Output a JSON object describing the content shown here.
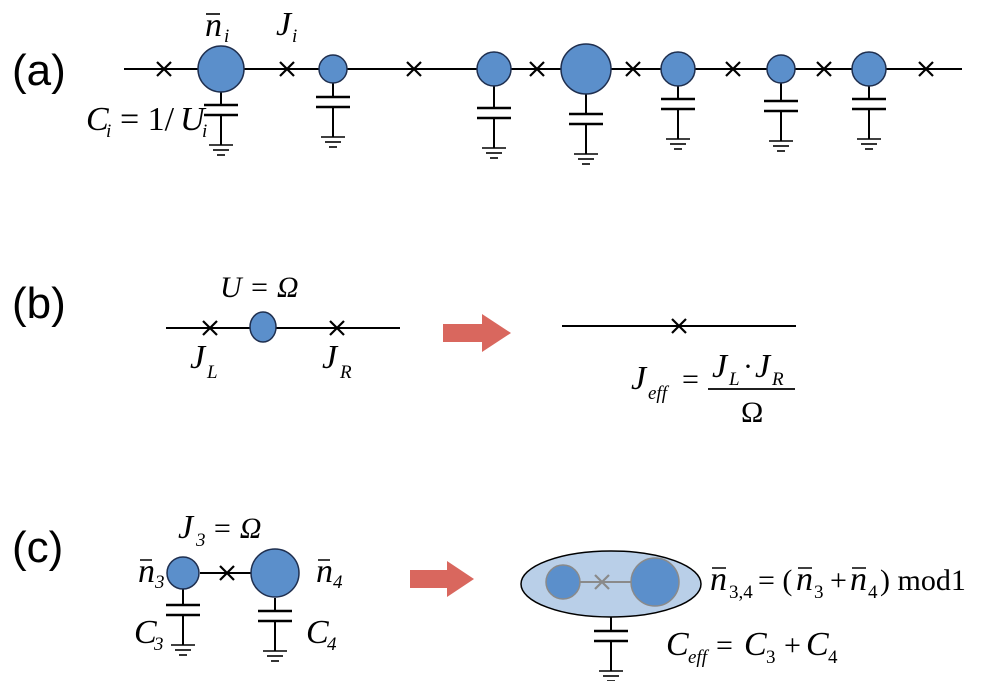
{
  "colors": {
    "node_fill": "#5b8fcb",
    "node_stroke": "#1f2f4f",
    "arrow": "#d9675e",
    "cluster_fill": "#b9cfe8",
    "cluster_node_stroke": "#8a8a8a"
  },
  "panel_a": {
    "label": "(a)",
    "n_bar": "n",
    "n_sub": "i",
    "j_label": "J",
    "j_sub": "i",
    "c_label": "C",
    "c_sub": "i",
    "c_eq": "= 1/",
    "u_label": "U",
    "u_sub": "i"
  },
  "panel_b": {
    "label": "(b)",
    "u_eq": "U = Ω",
    "jl": "J",
    "jl_sub": "L",
    "jr": "J",
    "jr_sub": "R",
    "jeff": "J",
    "jeff_sub": "eff",
    "eq": "=",
    "num_j1": "J",
    "num_j1_sub": "L",
    "dot": "·",
    "num_j2": "J",
    "num_j2_sub": "R",
    "den": "Ω"
  },
  "panel_c": {
    "label": "(c)",
    "j3": "J",
    "j3_sub": "3",
    "j3_eq": "= Ω",
    "n3": "n",
    "n3_sub": "3",
    "n4": "n",
    "n4_sub": "4",
    "c3": "C",
    "c3_sub": "3",
    "c4": "C",
    "c4_sub": "4",
    "n34": "n",
    "n34_sub": "3,4",
    "n34_eq_open": "= (",
    "n34_a": "n",
    "n34_a_sub": "3",
    "n34_plus": "+",
    "n34_b": "n",
    "n34_b_sub": "4",
    "n34_close": ") mod1",
    "ceff": "C",
    "ceff_sub": "eff",
    "ceff_eq": "=",
    "ceff_c3": "C",
    "ceff_c3_sub": "3",
    "ceff_plus": "+",
    "ceff_c4": "C",
    "ceff_c4_sub": "4"
  }
}
